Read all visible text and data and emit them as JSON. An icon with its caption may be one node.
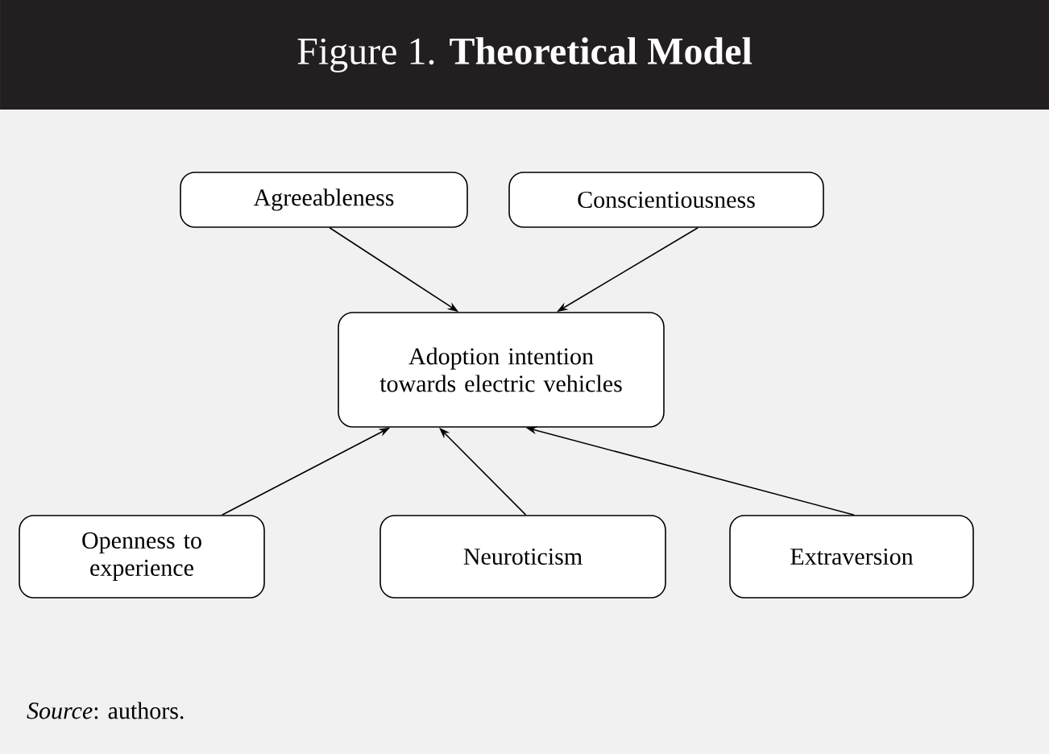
{
  "diagram": {
    "title": "Figure 1. **Theoretical Model**",
    "caption": "*Source*: authors.",
    "nodes": [
      {
        "text": [
          "Agreeableness"
        ]
      },
      {
        "text": [
          "Conscientiousness"
        ]
      },
      {
        "text": [
          "Adoption intention towards electric vehicles"
        ]
      },
      {
        "text": [
          "Openness to experience"
        ]
      },
      {
        "text": [
          "Neuroticism"
        ]
      },
      {
        "text": [
          "Extraversion"
        ]
      }
    ],
    "edges": [
      {
        "from": 0,
        "to": 2,
        "arrow": "to"
      },
      {
        "from": 1,
        "to": 2,
        "arrow": "to"
      },
      {
        "from": 3,
        "to": 2,
        "arrow": "to"
      },
      {
        "from": 4,
        "to": 2,
        "arrow": "to"
      },
      {
        "from": 5,
        "to": 2,
        "arrow": "to"
      }
    ]
  }
}
